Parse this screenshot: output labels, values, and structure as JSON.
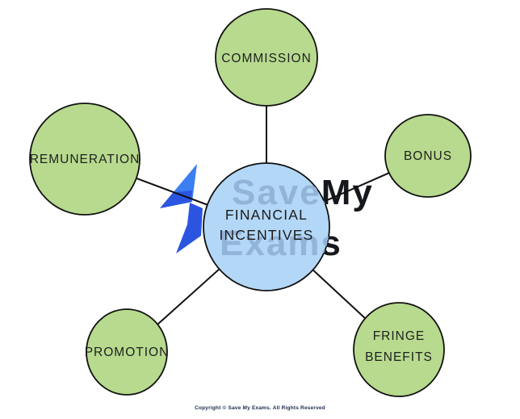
{
  "diagram": {
    "center": {
      "id": "financial-incentives",
      "line1": "FINANCIAL",
      "line2": "INCENTIVES"
    },
    "nodes": [
      {
        "id": "commission",
        "label": "COMMISSION"
      },
      {
        "id": "bonus",
        "label": "BONUS"
      },
      {
        "id": "remuneration",
        "label": "REMUNERATION"
      },
      {
        "id": "promotion",
        "label": "PROMOTION"
      },
      {
        "id": "fringe-benefits",
        "line1": "FRINGE",
        "line2": "BENEFITS"
      }
    ]
  },
  "watermark": {
    "line1": "SaveMy",
    "line2": "Exams"
  },
  "footer": {
    "copyright": "Copyright © Save My Exams. All Rights Reserved"
  },
  "colors": {
    "node_fill": "#b7da8e",
    "center_fill": "#b3d7f6",
    "outline": "#111111",
    "connector": "#111111",
    "bolt_light": "#3d7ef2",
    "bolt_dark": "#2b55e0",
    "watermark_dark": "#15181c",
    "watermark_faint": "#93b4d9",
    "background": "#ffffff"
  }
}
